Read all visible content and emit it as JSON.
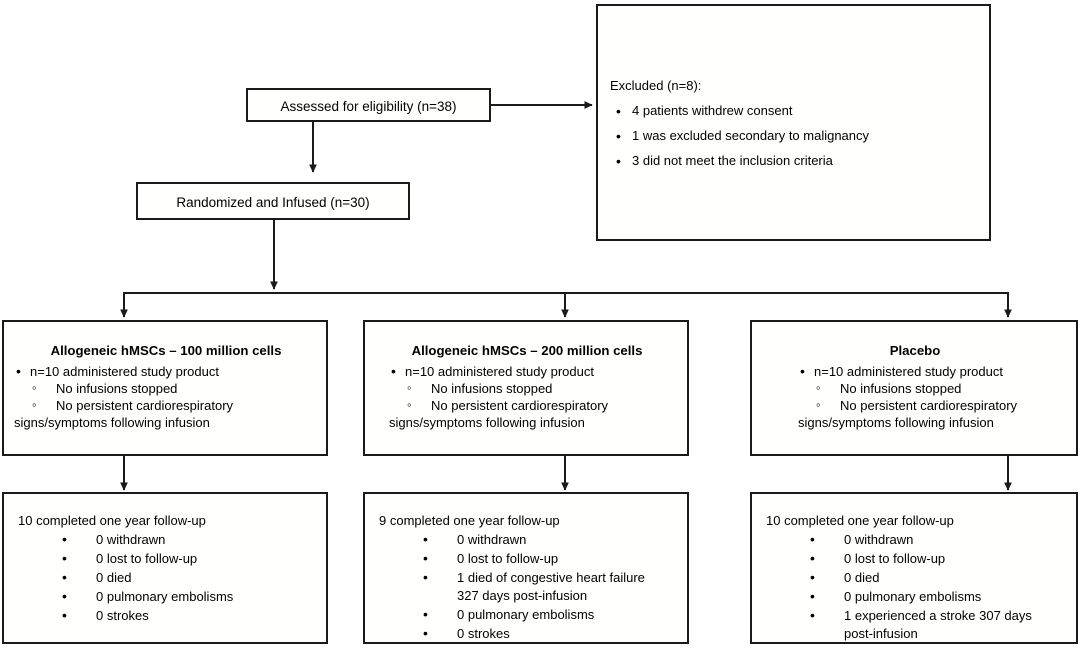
{
  "diagram": {
    "title": "CONSORT participant flow diagram",
    "line_color": "#1a1a1a",
    "background": "#ffffff"
  },
  "nodes": {
    "assessed": {
      "label": "Assessed for eligibility (n=38)"
    },
    "excluded": {
      "heading": "Excluded (n=8):",
      "items": [
        "4 patients withdrew consent",
        "1 was excluded secondary to malignancy",
        "3 did not meet the inclusion criteria"
      ]
    },
    "randomized": {
      "label": "Randomized and Infused (n=30)"
    },
    "arm1": {
      "title": "Allogeneic hMSCs – 100 million cells",
      "bullet": "n=10 administered study product",
      "sub1": "No infusions stopped",
      "sub2": "No persistent cardiorespiratory",
      "sub2_cont": "signs/symptoms following infusion"
    },
    "arm2": {
      "title": "Allogeneic hMSCs – 200 million cells",
      "bullet": "n=10 administered study product",
      "sub1": "No infusions stopped",
      "sub2": "No persistent cardiorespiratory",
      "sub2_cont": "signs/symptoms following infusion"
    },
    "arm3": {
      "title": "Placebo",
      "bullet": "n=10 administered study product",
      "sub1": "No infusions stopped",
      "sub2": "No persistent cardiorespiratory",
      "sub2_cont": "signs/symptoms following infusion"
    },
    "outcome1": {
      "lead": "10 completed one year follow-up",
      "items": [
        "0 withdrawn",
        "0 lost to follow-up",
        "0 died",
        "0 pulmonary embolisms",
        "0 strokes"
      ]
    },
    "outcome2": {
      "lead": "9 completed one year follow-up",
      "items": [
        "0 withdrawn",
        "0 lost to follow-up",
        "1 died of congestive heart failure",
        "0 pulmonary embolisms",
        "0 strokes"
      ],
      "item_continuation_index": 2,
      "item_continuation_text": "327 days post-infusion"
    },
    "outcome3": {
      "lead": "10 completed one year follow-up",
      "items": [
        "0 withdrawn",
        "0 lost to follow-up",
        "0 died",
        "0 pulmonary embolisms",
        "1 experienced a stroke 307 days"
      ],
      "item_continuation_index": 4,
      "item_continuation_text": "post-infusion"
    }
  }
}
